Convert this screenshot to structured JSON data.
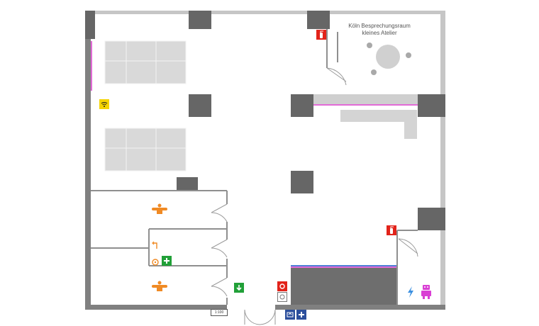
{
  "room": {
    "name_line1": "Köln Besprechungsraum",
    "name_line2": "kleines Atelier"
  },
  "scale_label": "1:100",
  "colors": {
    "wall": "#808080",
    "column": "#666666",
    "table": "#d9d9d9",
    "fire": "#e2231a",
    "exit": "#21a038",
    "toilet": "#f08a24",
    "accent_pink": "#e26ad6",
    "accent_blue": "#4f7fd6",
    "info_blue": "#2c4f9c",
    "wifi_yellow": "#f5d400",
    "robot": "#d93fd4"
  },
  "icons": [
    "fire-extinguisher-icon",
    "emergency-exit-icon",
    "toilet-icon",
    "wifi-icon",
    "power-icon",
    "robot-icon",
    "first-aid-icon",
    "elevator-icon"
  ]
}
